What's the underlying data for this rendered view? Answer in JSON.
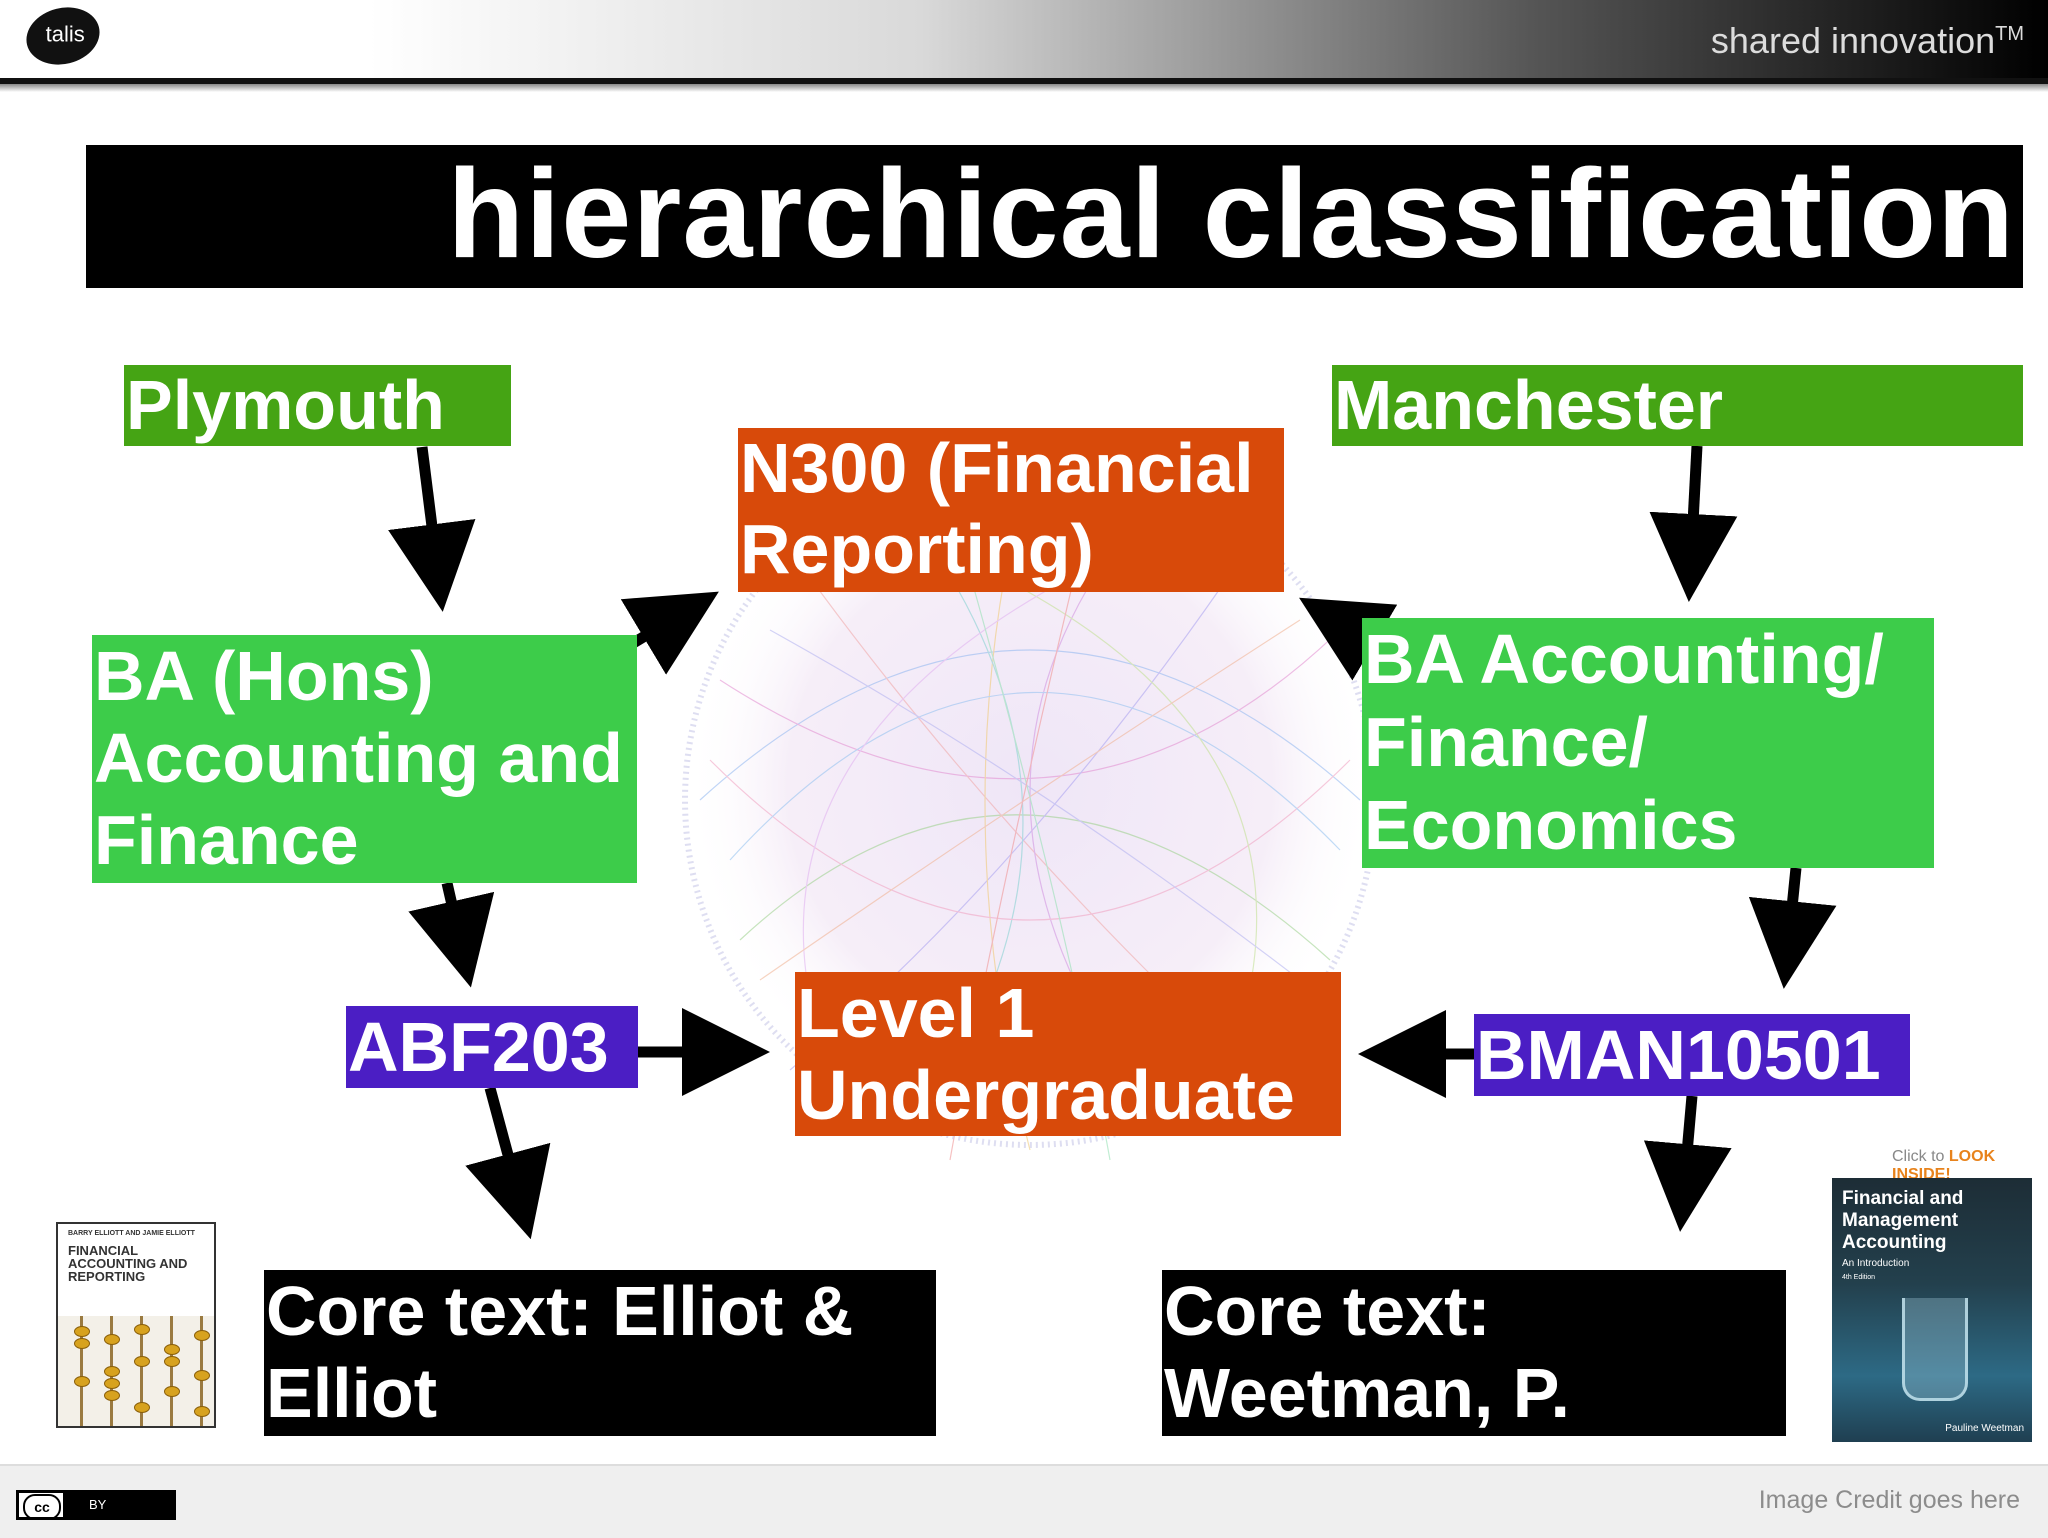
{
  "header": {
    "logo_text": "talis",
    "tagline": "shared innovation",
    "tagline_tm": "TM"
  },
  "slide": {
    "title": "hierarchical classification"
  },
  "diagram": {
    "plymouth": "Plymouth",
    "manchester": "Manchester",
    "n300": "N300 (Financial Reporting)",
    "ba_hons": "BA (Hons) Accounting and Finance",
    "ba_accounting": "BA Accounting/ Finance/ Economics",
    "abf203": "ABF203",
    "bman": "BMAN10501",
    "level1": "Level 1 Undergraduate",
    "core_left": "Core text: Elliot & Elliot",
    "core_right": "Core text: Weetman, P."
  },
  "books": {
    "left_authors": "BARRY ELLIOTT AND JAMIE ELLIOTT",
    "left_title": "FINANCIAL ACCOUNTING AND REPORTING",
    "right_title": "Financial and Management Accounting",
    "right_subtitle": "An Introduction",
    "right_edition": "4th Edition",
    "right_author": "Pauline Weetman",
    "look_inside_prefix": "Click to",
    "look_inside": "LOOK INSIDE!"
  },
  "footer": {
    "cc_label": "cc",
    "by_label": "BY",
    "credit": "Image Credit goes here"
  },
  "colors": {
    "green_dark": "#45a414",
    "green": "#3dcc4a",
    "orange": "#d84a0a",
    "purple": "#4b1ec4",
    "black": "#000000"
  }
}
